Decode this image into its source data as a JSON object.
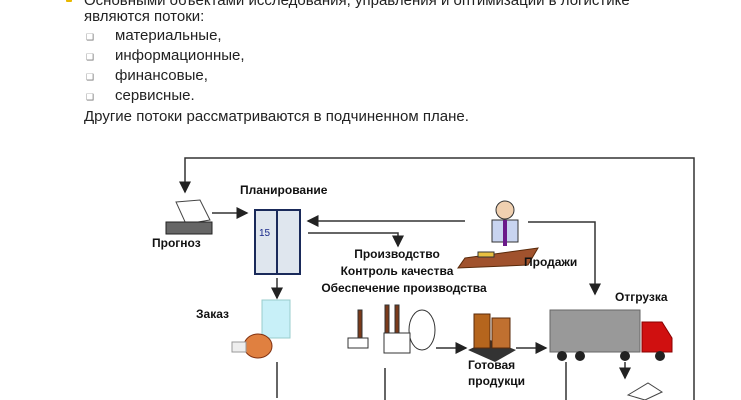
{
  "intro": {
    "line1": "Основными объектами исследования, управления и оптимизации в логистике",
    "line2": "являются потоки:",
    "bullets": [
      "материальные,",
      "информационные,",
      "финансовые,",
      "сервисные."
    ],
    "bullet_icon": "hollow-square-bullet",
    "closing": "Другие потоки рассматриваются в подчиненном плане."
  },
  "diagram": {
    "forecast": "Прогноз",
    "planning": "Планирование",
    "production": [
      "Производство",
      "Контроль качества",
      "Обеспечение производства"
    ],
    "sales": "Продажи",
    "order": "Заказ",
    "shipping": "Отгрузка",
    "finished_goods": [
      "Готовая",
      "продукци"
    ],
    "planner_day": "15"
  }
}
